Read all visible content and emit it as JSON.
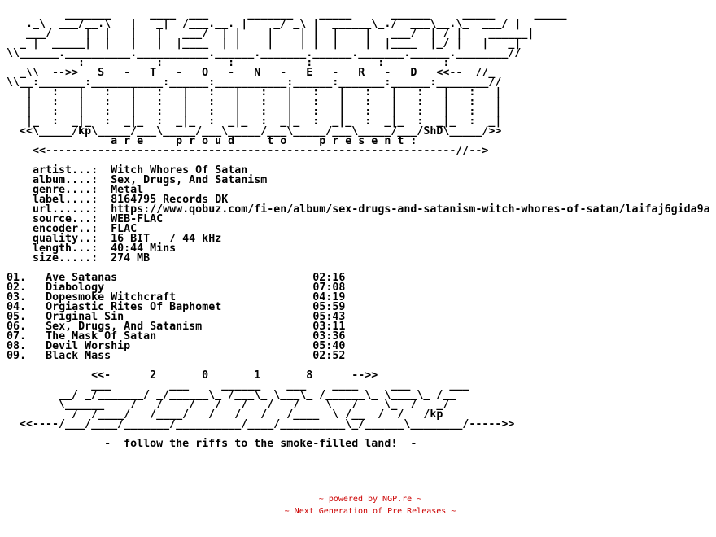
{
  "nfo": {
    "header_art": "         _______      ____  ___      _______    _____      ______     _____      _____\n   ._\\  ___/__.\\   |   _|  /___.__. |    _/ _\\ |  ______\\_./  ___\\__.\\_  ___/ |\n   ___/     |  |   |   |   ___/  | |    |    | |  |    |   ___/  | / |    ______|\n  _ |  _____|  |   |   |  |____  | |    |    | |  |    |  |____  |_/ |   |   _|\n\\\\______.__________.___________.______._______.______._______.______.________//\n           :           :          :           :          :         :           \n  _\\\\  -->>   S   -   T   -   O   -   N   -   E   -   R   -   D   <<--  //_\n\\\\__:_______:___________:______:___________:______:_______:______:________//\n   |   :   |   :   |   :   |   :   |   :   |   :   |   :   |   :   |   :   |\n   |   :   |   :   |   :   |   :   |   :   |   :   |   :   |   :   |   :   |\n   |   :   |   :   |   :   |   :   |   :   |   :   |   :   |   :   |   :   |\n   |_  :  _|_  :  _|_  :  _|_  :  _|_  :  _|_  :  _|_  :  _|_  :  _|_  :  _|\n  <<\\_____/kp\\_____/___\\_____/___\\_____/___\\_____/___\\_____/___/ShD\\_____/>>",
    "presents": "                a r e     p r o u d     t o     p r e s e n t :\n    <<---------------------------------------------------------------//-->",
    "info": [
      {
        "key": "artist...:",
        "value": "Witch Whores Of Satan"
      },
      {
        "key": "album....:",
        "value": "Sex, Drugs, And Satanism"
      },
      {
        "key": "genre....:",
        "value": "Metal"
      },
      {
        "key": "label....:",
        "value": "8164795 Records DK"
      },
      {
        "key": "url......:",
        "value": "https://www.qobuz.com/fi-en/album/sex-drugs-and-satanism-witch-whores-of-satan/laifaj6gida9a"
      },
      {
        "key": "source...:",
        "value": "WEB-FLAC"
      },
      {
        "key": "encoder..:",
        "value": "FLAC"
      },
      {
        "key": "quality..:",
        "value": "16 BIT   / 44 kHz"
      },
      {
        "key": "length...:",
        "value": "40:44 Mins"
      },
      {
        "key": "size.....:",
        "value": "274 MB"
      }
    ],
    "tracks": [
      {
        "num": "01.",
        "title": "Ave Satanas",
        "time": "02:16"
      },
      {
        "num": "02.",
        "title": "Diabology",
        "time": "07:08"
      },
      {
        "num": "03.",
        "title": "Dopesmoke Witchcraft",
        "time": "04:19"
      },
      {
        "num": "04.",
        "title": "Orgiastic Rites Of Baphomet",
        "time": "05:59"
      },
      {
        "num": "05.",
        "title": "Original Sin",
        "time": "05:43"
      },
      {
        "num": "06.",
        "title": "Sex, Drugs, And Satanism",
        "time": "03:11"
      },
      {
        "num": "07.",
        "title": "The Mask Of Satan",
        "time": "03:36"
      },
      {
        "num": "08.",
        "title": "Devil Worship",
        "time": "05:40"
      },
      {
        "num": "09.",
        "title": "Black Mass",
        "time": "02:52"
      }
    ],
    "year_art": "             <<-      2       0       1       8      -->>\n             ___         ___     ______    ___    ____     ___      ___\n        __/ _/_______/ _/______\\_ /___\\_ \\___\\_ /______\\_ \\____\\_ /__\n        \\______    /   /    /   /   /   /   /    \\   /    \\_  /   _/\n          /  /____/   /____/   /   /   /   /____  \\ /__  /  /   /kp\n  <<----/___/____/_______/__________/____/__________\\_/______\\________/----->>",
    "tagline": "               -  follow the riffs to the smoke-filled land!  -"
  },
  "footer": {
    "line1": "~ powered by NGP.re ~",
    "line2": "~ Next Generation of Pre Releases ~"
  }
}
